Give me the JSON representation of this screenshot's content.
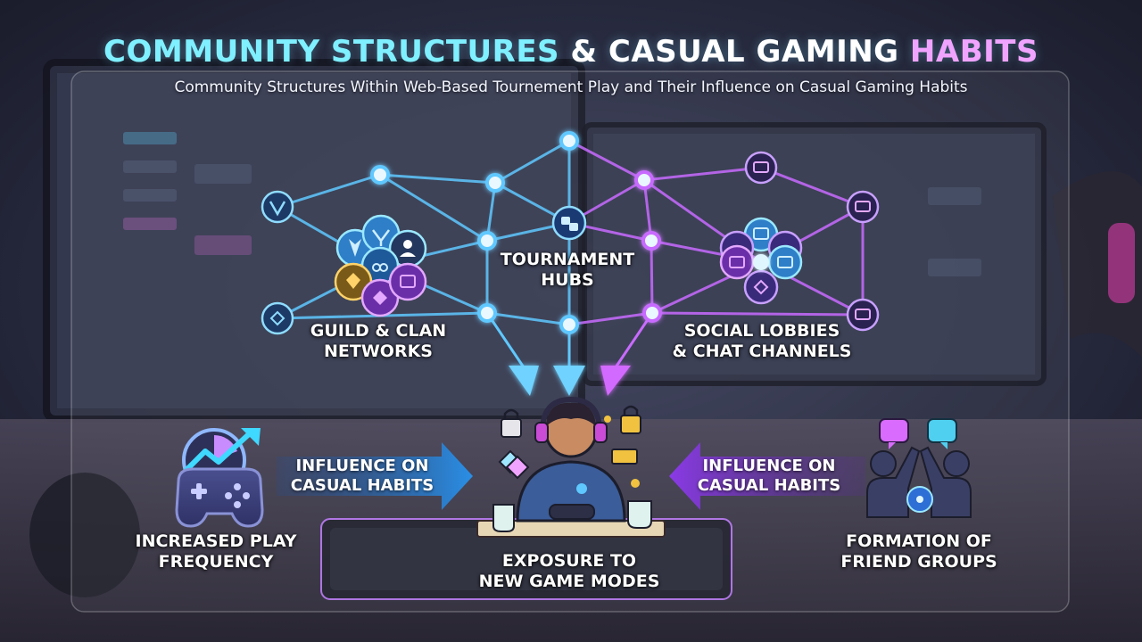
{
  "title": {
    "part1": "COMMUNITY STRUCTURES",
    "part2": " & CASUAL GAMING ",
    "part3": "HABITS"
  },
  "subtitle": "Community Structures Within Web-Based Tournement Play and Their Influence on Casual Gaming Habits",
  "nodes": {
    "guild": {
      "line1": "GUILD & CLAN",
      "line2": "NETWORKS"
    },
    "tournament": {
      "line1": "TOURNAMENT",
      "line2": "HUBS"
    },
    "social": {
      "line1": "SOCIAL LOBBIES",
      "line2": "& CHAT CHANNELS"
    }
  },
  "influence_left": {
    "line1": "INFLUENCE ON",
    "line2": "CASUAL HABITS"
  },
  "influence_right": {
    "line1": "INFLUENCE ON",
    "line2": "CASUAL HABITS"
  },
  "outcomes": {
    "play_frequency": {
      "line1": "INCREASED PLAY",
      "line2": "FREQUENCY"
    },
    "new_modes": {
      "line1": "EXPOSURE TO",
      "line2": "NEW GAME MODES"
    },
    "friend_groups": {
      "line1": "FORMATION OF",
      "line2": "FRIEND GROUPS"
    }
  },
  "colors": {
    "cyan": "#7ff0ff",
    "blue_line": "#5fc8ff",
    "pink": "#f1a4ff",
    "purple_line": "#c86bff",
    "arrow_left": "#1f7fd6",
    "arrow_right": "#7a32d6"
  }
}
